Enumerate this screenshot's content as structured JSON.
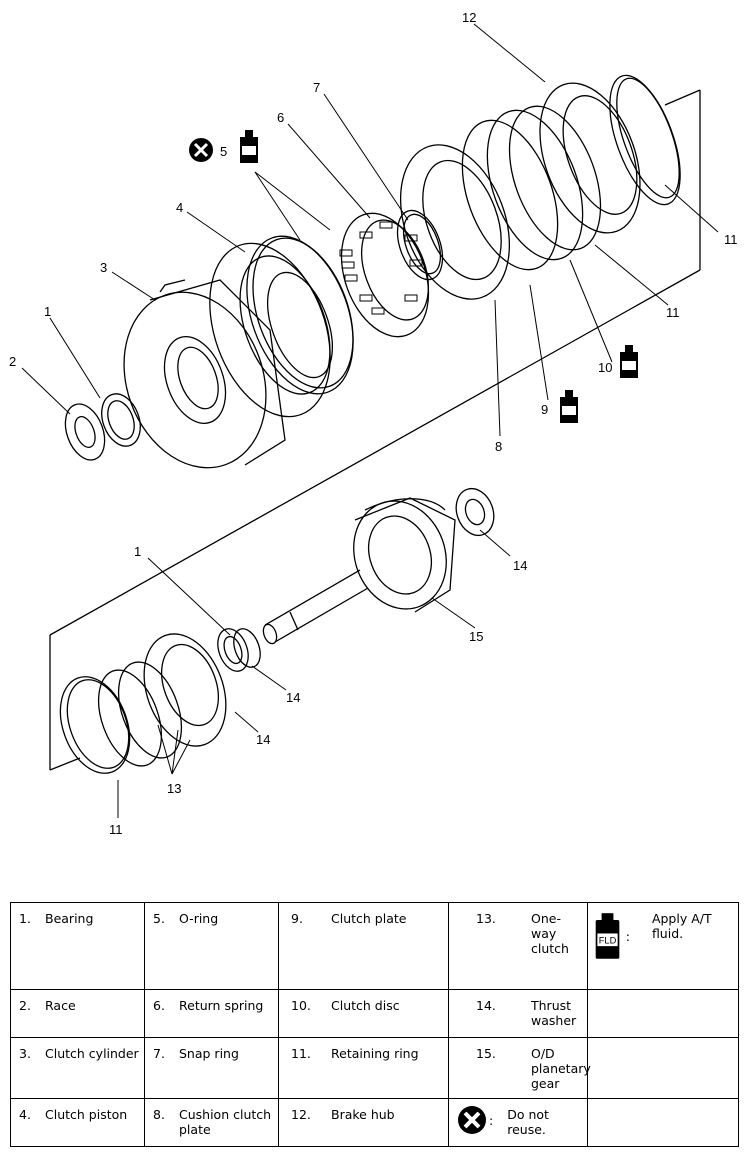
{
  "callouts": {
    "c1a": "1",
    "c2": "2",
    "c3": "3",
    "c4": "4",
    "c5": "5",
    "c6": "6",
    "c7": "7",
    "c8": "8",
    "c9": "9",
    "c10": "10",
    "c11a": "11",
    "c11b": "11",
    "c12": "12",
    "c1b": "1",
    "c14a": "14",
    "c14b": "14",
    "c14c": "14",
    "c15": "15",
    "c13": "13",
    "c11c": "11"
  },
  "icons": {
    "fluid_label": "FLD"
  },
  "legend": {
    "rows": [
      [
        {
          "num": "1.",
          "text": "Bearing"
        },
        {
          "num": "5.",
          "text": "O-ring"
        },
        {
          "num": "9.",
          "text": "Clutch plate"
        },
        {
          "num": "13.",
          "text": "One-way clutch"
        }
      ],
      [
        {
          "num": "2.",
          "text": "Race"
        },
        {
          "num": "6.",
          "text": "Return spring"
        },
        {
          "num": "10.",
          "text": "Clutch disc"
        },
        {
          "num": "14.",
          "text": "Thrust washer"
        }
      ],
      [
        {
          "num": "3.",
          "text": "Clutch cylinder"
        },
        {
          "num": "7.",
          "text": "Snap ring"
        },
        {
          "num": "11.",
          "text": "Retaining ring"
        },
        {
          "num": "15.",
          "text": "O/D planetary gear"
        }
      ],
      [
        {
          "num": "4.",
          "text": "Clutch piston"
        },
        {
          "num": "8.",
          "text": "Cushion clutch plate"
        },
        {
          "num": "12.",
          "text": "Brake hub"
        },
        {
          "num": "",
          "text": "Do not reuse."
        }
      ]
    ],
    "key_fluid": "Apply A/T fluid.",
    "colon": ":"
  }
}
